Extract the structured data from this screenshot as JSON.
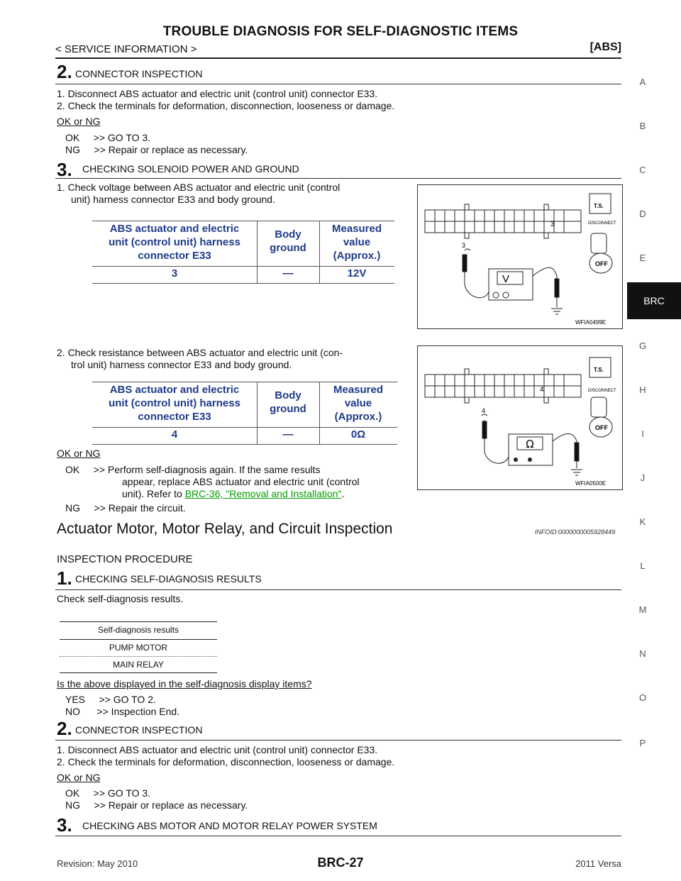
{
  "header": {
    "title": "TROUBLE DIAGNOSIS FOR SELF-DIAGNOSTIC ITEMS",
    "subtitle": "< SERVICE INFORMATION >",
    "section": "[ABS]"
  },
  "side_index": {
    "letters": [
      "A",
      "B",
      "C",
      "D",
      "E",
      "BRC",
      "G",
      "H",
      "I",
      "J",
      "K",
      "L",
      "M",
      "N",
      "O",
      "P"
    ],
    "active": "BRC"
  },
  "part1": {
    "step2": {
      "num": "2.",
      "title": "CONNECTOR INSPECTION"
    },
    "step2_items": [
      "1.  Disconnect ABS actuator and electric unit (control unit) connector E33.",
      "2.  Check the terminals for deformation, disconnection, looseness or damage."
    ],
    "okng": "OK or NG",
    "step2_ok": "OK     >> GO TO 3.",
    "step2_ng": "NG     >> Repair or replace as necessary.",
    "step3": {
      "num": "3.",
      "title": "CHECKING SOLENOID POWER AND GROUND"
    },
    "step3_item1_line1": "1.  Check voltage between ABS actuator and electric unit (control",
    "step3_item1_line2": "unit) harness connector E33 and body ground.",
    "table1": {
      "h1": [
        "ABS actuator and electric",
        "unit (control unit) harness",
        "connector E33"
      ],
      "h2": [
        "Body",
        "ground"
      ],
      "h3": [
        "Measured",
        "value",
        "(Approx.)"
      ],
      "row": [
        "3",
        "—",
        "12V"
      ]
    },
    "fig1": {
      "code": "WFIA0499E",
      "term": "3",
      "meter": "V"
    },
    "step3_item2_line1": "2.  Check resistance between ABS actuator and electric unit (con-",
    "step3_item2_line2": "trol unit) harness connector E33 and body ground.",
    "table2": {
      "h1": [
        "ABS actuator and electric",
        "unit (control unit) harness",
        "connector E33"
      ],
      "h2": [
        "Body",
        "ground"
      ],
      "h3": [
        "Measured",
        "value",
        "(Approx.)"
      ],
      "row": [
        "4",
        "—",
        "0Ω"
      ]
    },
    "fig2": {
      "code": "WFIA0500E",
      "term": "4",
      "meter": "Ω"
    },
    "okng2": "OK or NG",
    "step3_ok_line1": "OK     >> Perform self-diagnosis again. If the same results",
    "step3_ok_line2": "appear, replace ABS actuator and electric unit (control",
    "step3_ok_line3_pre": "unit). Refer to ",
    "step3_ok_link": "BRC-36, \"Removal and Installation\"",
    "step3_ok_line3_post": ".",
    "step3_ng": "NG     >> Repair the circuit."
  },
  "part2": {
    "heading": "Actuator Motor, Motor Relay, and Circuit Inspection",
    "infoid": "INFOID:0000000005928449",
    "procedure": "INSPECTION PROCEDURE",
    "step1": {
      "num": "1.",
      "title": "CHECKING SELF-DIAGNOSIS RESULTS"
    },
    "step1_text": "Check self-diagnosis results.",
    "sd_table": {
      "header": "Self-diagnosis results",
      "rows": [
        "PUMP MOTOR",
        "MAIN RELAY"
      ]
    },
    "question": "Is the above displayed in the self-diagnosis display items?",
    "yes": "YES     >> GO TO 2.",
    "no": "NO      >> Inspection End.",
    "step2": {
      "num": "2.",
      "title": "CONNECTOR INSPECTION"
    },
    "step2_items": [
      "1.  Disconnect ABS actuator and electric unit (control unit) connector E33.",
      "2.  Check the terminals for deformation, disconnection, looseness or damage."
    ],
    "okng": "OK or NG",
    "step2_ok": "OK     >> GO TO 3.",
    "step2_ng": "NG     >> Repair or replace as necessary.",
    "step3": {
      "num": "3.",
      "title": "CHECKING ABS MOTOR AND MOTOR RELAY POWER SYSTEM"
    }
  },
  "footer": {
    "revision": "Revision: May 2010",
    "page": "BRC-27",
    "model": "2011 Versa"
  }
}
